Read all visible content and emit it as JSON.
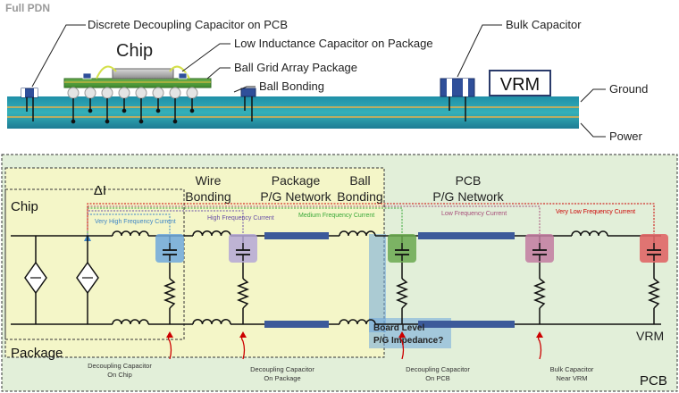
{
  "top": {
    "title": "Full PDN",
    "callouts": {
      "discrete_cap": "Discrete Decoupling Capacitor on PCB",
      "low_l_cap": "Low Inductance Capacitor on Package",
      "bga": "Ball Grid Array Package",
      "ball_bonding": "Ball Bonding",
      "bulk_cap": "Bulk Capacitor",
      "ground": "Ground",
      "power": "Power"
    },
    "chip_label": "Chip",
    "vrm_label": "VRM"
  },
  "bottom": {
    "chip_label": "Chip",
    "package_label": "Package",
    "pcb_label": "PCB",
    "delta_i": "ΔI",
    "headings": {
      "wire_bonding_1": "Wire",
      "wire_bonding_2": "Bonding",
      "package_network_1": "Package",
      "package_network_2": "P/G Network",
      "ball_bonding_1": "Ball",
      "ball_bonding_2": "Bonding",
      "pcb_network_1": "PCB",
      "pcb_network_2": "P/G Network"
    },
    "frequencies": {
      "very_high": "Very High Frequency Current",
      "high": "High Frequency Current",
      "medium": "Medium Frequency Current",
      "low": "Low Frequency Current",
      "very_low": "Very Low Frequency Current"
    },
    "board_level_1": "Board Level",
    "board_level_2": "P/G Impedance?",
    "vrm_label": "VRM",
    "decaps": {
      "on_chip_1": "Decoupling Capacitor",
      "on_chip_2": "On Chip",
      "on_package_1": "Decoupling Capacitor",
      "on_package_2": "On Package",
      "on_pcb_1": "Decoupling Capacitor",
      "on_pcb_2": "On PCB",
      "bulk_1": "Bulk Capacitor",
      "bulk_2": "Near VRM"
    }
  },
  "colors": {
    "pcb_green": "#e2efd9",
    "package_yellow": "#f4f6c8",
    "chip_cap_blue": "#6fa8dc",
    "package_cap_purple": "#b4a7d6",
    "pcb_cap_green": "#6aa84f",
    "bulk_cap_purple": "#c27ba0",
    "vrm_cap_red": "#e06666",
    "trace_blue": "#3c5a9a",
    "very_high": "#3d85c6",
    "high": "#674ea7",
    "medium": "#38a838",
    "low": "#a64d79",
    "very_low": "#cc0000"
  }
}
